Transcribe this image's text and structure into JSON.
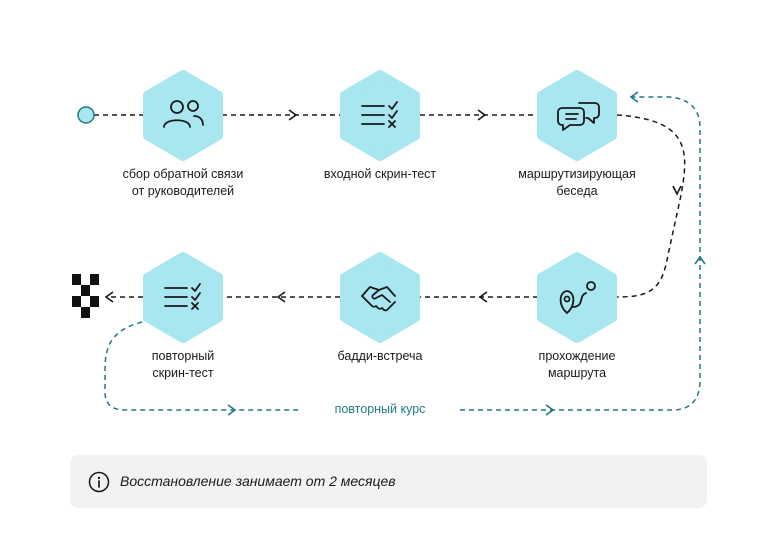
{
  "colors": {
    "node_fill": "#a8e6f0",
    "icon_stroke": "#1a1a1a",
    "main_path": "#1a1a1a",
    "repeat_path": "#1f7a82",
    "note_bg": "#f1f2f2"
  },
  "steps": [
    {
      "lines": [
        "сбор обратной связи",
        "от руководителей"
      ],
      "icon": "people-icon"
    },
    {
      "lines": [
        "входной скрин-тест"
      ],
      "icon": "checklist-icon"
    },
    {
      "lines": [
        "маршрутизирующая",
        "беседа"
      ],
      "icon": "chat-bubbles-icon"
    },
    {
      "lines": [
        "прохождение",
        "маршрута"
      ],
      "icon": "route-pin-icon"
    },
    {
      "lines": [
        "бадди-встреча"
      ],
      "icon": "handshake-icon"
    },
    {
      "lines": [
        "повторный",
        "скрин-тест"
      ],
      "icon": "checklist-icon"
    }
  ],
  "repeat_label": "повторный курс",
  "start_icon": "start-circle-icon",
  "finish_icon": "finish-flag-icon",
  "note": {
    "icon": "info-icon",
    "text": "Восстановление занимает от 2 месяцев"
  }
}
